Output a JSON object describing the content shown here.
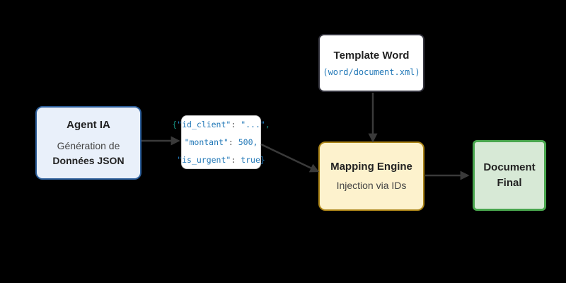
{
  "diagram": {
    "background": "#000000",
    "arrow_color": "#3a3a3a",
    "nodes": {
      "agent": {
        "title": "Agent IA",
        "subtitle_line1": "Génération de",
        "subtitle_line2": "Données JSON",
        "fill": "#e9f0fa",
        "border": "#2d5f9b"
      },
      "json_code": {
        "fill": "#ffffff",
        "palette": {
          "blue": "#2379b8",
          "teal": "#15897a",
          "gray": "#555555"
        },
        "lines": [
          [
            {
              "t": "{",
              "c": "teal"
            },
            {
              "t": "\"id_client\"",
              "c": "blue"
            },
            {
              "t": ": ",
              "c": "gray"
            },
            {
              "t": "\"...\"",
              "c": "blue"
            },
            {
              "t": ",",
              "c": "teal"
            }
          ],
          [
            {
              "t": "\"montant\"",
              "c": "blue"
            },
            {
              "t": ": ",
              "c": "gray"
            },
            {
              "t": "500,",
              "c": "blue"
            }
          ],
          [
            {
              "t": "\"is_urgent\"",
              "c": "blue"
            },
            {
              "t": ": ",
              "c": "gray"
            },
            {
              "t": "true}",
              "c": "blue"
            }
          ]
        ]
      },
      "template": {
        "title": "Template Word",
        "code": "(word/document.xml)",
        "code_color": "#2379b8",
        "fill": "#ffffff",
        "border": "#35353f"
      },
      "mapping": {
        "title": "Mapping Engine",
        "subtitle": "Injection via IDs",
        "fill": "#fdf2cd",
        "border": "#ab8417"
      },
      "document": {
        "title": "Document Final",
        "fill": "#d7e9d6",
        "border": "#49a64e"
      }
    }
  }
}
